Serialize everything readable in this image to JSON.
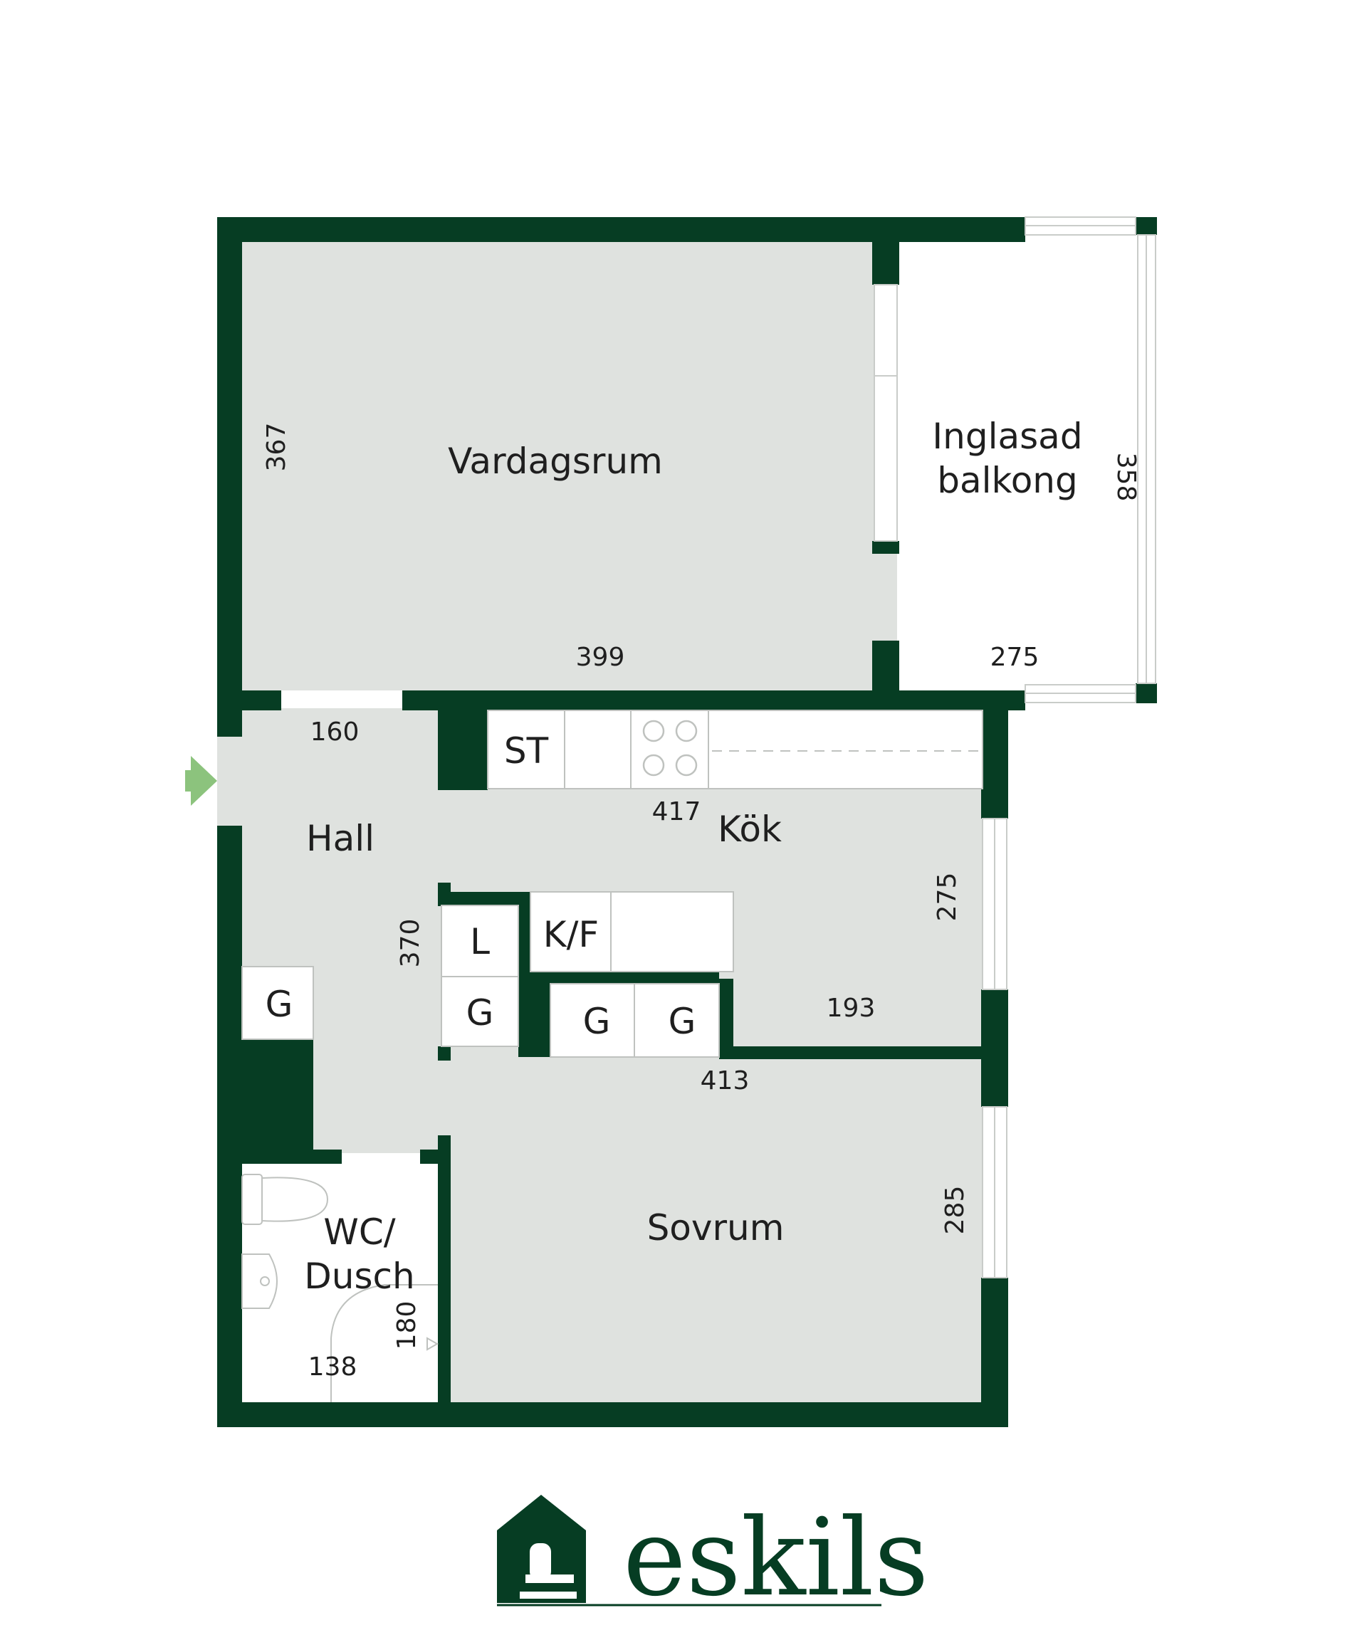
{
  "colors": {
    "wall": "#063d23",
    "floor": "#dfe2df",
    "window": "#ffffff",
    "window_line": "#c9ccc9",
    "entrance": "#8cc37d",
    "fixture_line": "#bfc2bf"
  },
  "rooms": {
    "vardagsrum": "Vardagsrum",
    "balkong_line1": "Inglasad",
    "balkong_line2": "balkong",
    "hall": "Hall",
    "kok": "Kök",
    "sovrum": "Sovrum",
    "wc_line1": "WC/",
    "wc_line2": "Dusch"
  },
  "dimensions": {
    "vardagsrum_height": "367",
    "vardagsrum_width": "399",
    "balkong_height": "358",
    "balkong_width": "275",
    "hall_width": "160",
    "hall_height": "370",
    "kok_width": "417",
    "kok_height": "275",
    "kok_inner": "193",
    "sovrum_width": "413",
    "sovrum_height": "285",
    "wc_height": "180",
    "wc_width": "138"
  },
  "cabinets": {
    "st": "ST",
    "l": "L",
    "g_hall": "G",
    "g_inner": "G",
    "kf": "K/F",
    "g_kok_1": "G",
    "g_kok_2": "G"
  },
  "icons": [
    "entrance-arrow-icon",
    "stove-icon",
    "toilet-icon",
    "sink-icon",
    "shower-icon",
    "house-logo-icon"
  ],
  "logo": {
    "text": "eskils"
  }
}
